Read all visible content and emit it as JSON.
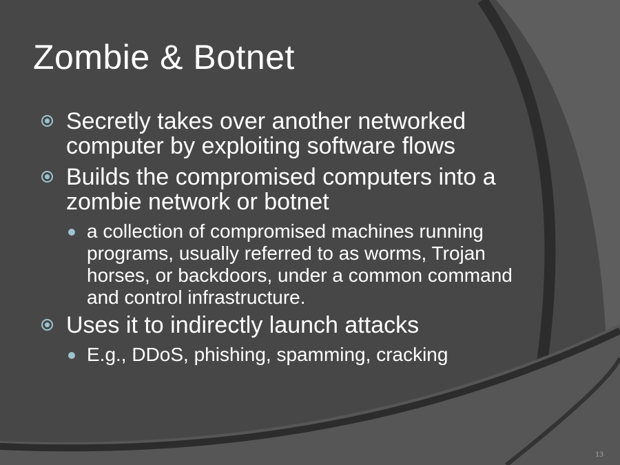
{
  "slide": {
    "title": "Zombie & Botnet",
    "bullets": [
      {
        "text": "Secretly takes over another networked computer by exploiting software flows"
      },
      {
        "text": "Builds the compromised computers into a zombie network or botnet",
        "sub": "a collection of compromised machines running programs, usually referred to as worms, Trojan horses, or backdoors, under a common command and control infrastructure."
      },
      {
        "text": "Uses it to indirectly launch attacks",
        "sub": "E.g., DDoS, phishing, spamming, cracking"
      }
    ],
    "page_number": "13"
  },
  "colors": {
    "background": "#474747",
    "accent": "#9cc4cf",
    "text": "#ffffff"
  },
  "icons": {
    "bullet": "ring-bullet-icon",
    "sub_bullet": "dot-bullet-icon"
  }
}
